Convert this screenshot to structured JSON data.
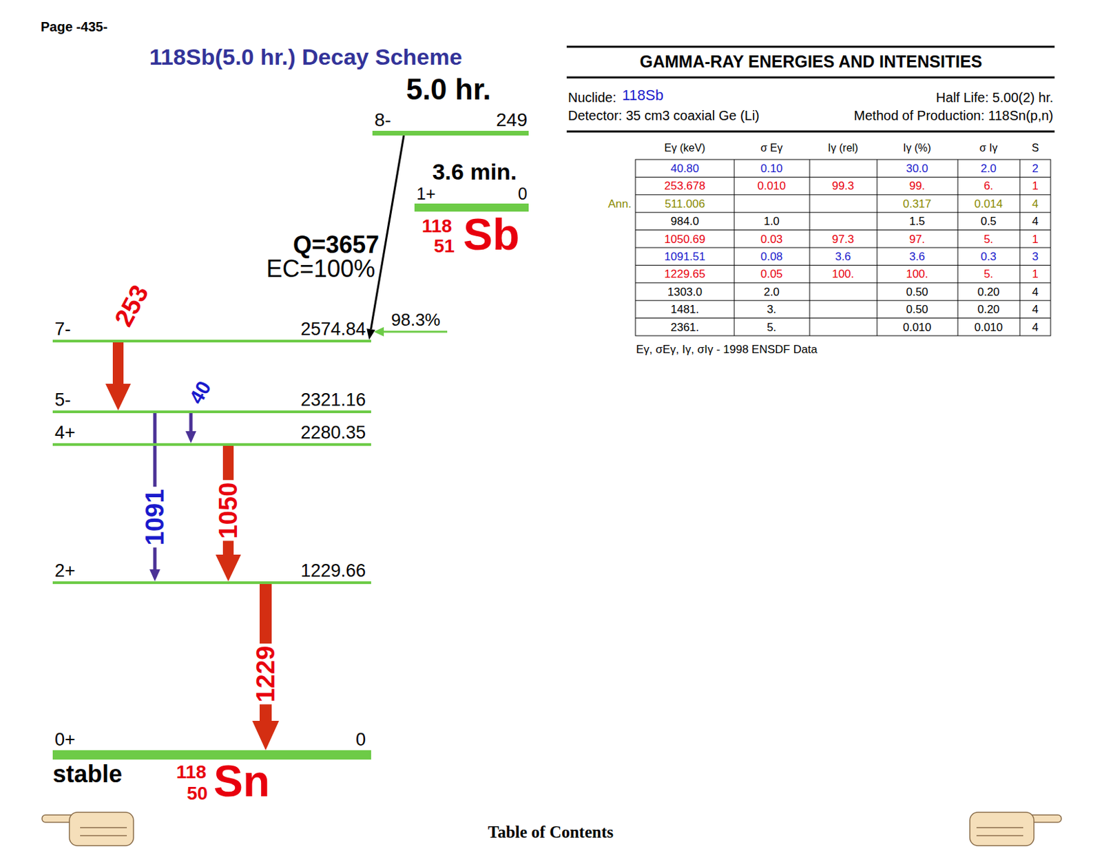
{
  "diagram": {
    "title": "118Sb(5.0 hr.) Decay Scheme",
    "nodes": [
      {
        "text": [
          "5.0 hr.",
          "8-",
          "249"
        ]
      },
      {
        "text": [
          "3.6 min.",
          "1+",
          "0"
        ]
      },
      {
        "text": [
          "7-",
          "2574.84"
        ]
      },
      {
        "text": [
          "5-",
          "2321.16"
        ]
      },
      {
        "text": [
          "4+",
          "2280.35"
        ]
      },
      {
        "text": [
          "2+",
          "1229.66"
        ]
      },
      {
        "text": [
          "0+",
          "0",
          "stable"
        ]
      }
    ],
    "edges": [
      {
        "from": 0,
        "to": 2,
        "arrow": "to"
      },
      {
        "from": 2,
        "to": 3,
        "arrow": "to",
        "label": "253"
      },
      {
        "from": 3,
        "to": 4,
        "arrow": "to",
        "label": "40"
      },
      {
        "from": 3,
        "to": 5,
        "arrow": "to",
        "label": "1091"
      },
      {
        "from": 4,
        "to": 5,
        "arrow": "to",
        "label": "1050"
      },
      {
        "from": 5,
        "to": 6,
        "arrow": "to",
        "label": "1229"
      }
    ],
    "labels": [
      "Page -435-",
      "Q=3657",
      "EC=100%",
      "98.3%",
      "118",
      "51",
      "Sb",
      "118",
      "50",
      "Sn",
      "GAMMA-RAY ENERGIES AND INTENSITIES",
      "Nuclide:",
      "118Sb",
      "Half Life: 5.00(2) hr.",
      "Detector: 35 cm3 coaxial Ge (Li)",
      "Method of Production: 118Sn(p,n)",
      "Eγ (keV)",
      "σ Eγ",
      "Iγ (rel)",
      "Iγ (%)",
      "σ Iγ",
      "S",
      "Ann.",
      "40.80",
      "0.10",
      "30.0",
      "2.0",
      "2",
      "253.678",
      "0.010",
      "99.3",
      "99.",
      "6.",
      "1",
      "511.006",
      "0.317",
      "0.014",
      "4",
      "984.0",
      "1.0",
      "1.5",
      "0.5",
      "4",
      "1050.69",
      "0.03",
      "97.3",
      "97.",
      "5.",
      "1",
      "1091.51",
      "0.08",
      "3.6",
      "3.6",
      "0.3",
      "3",
      "1229.65",
      "0.05",
      "100.",
      "100.",
      "5.",
      "1",
      "1303.0",
      "2.0",
      "0.50",
      "0.20",
      "4",
      "1481.",
      "3.",
      "0.50",
      "0.20",
      "4",
      "2361.",
      "5.",
      "0.010",
      "0.010",
      "4",
      "Eγ, σEγ, Iγ, σIγ - 1998 ENSDF Data",
      "Table of Contents"
    ]
  }
}
